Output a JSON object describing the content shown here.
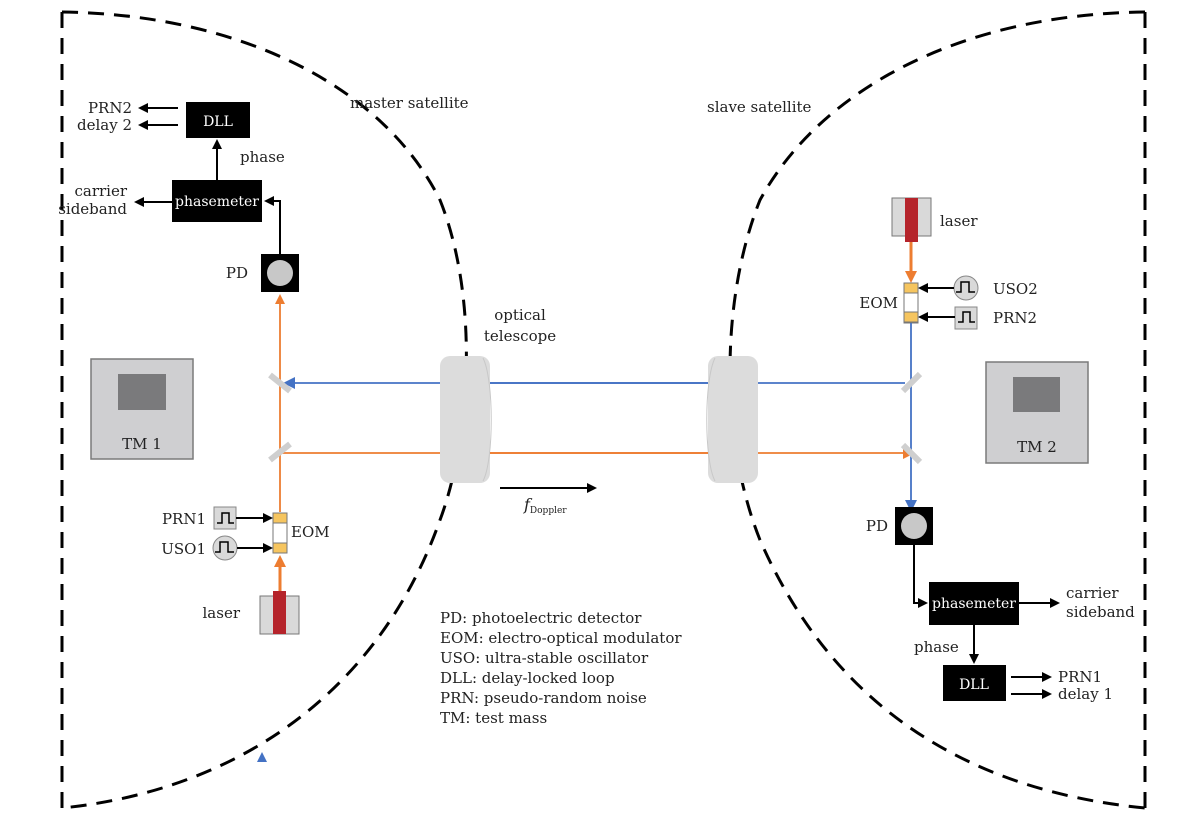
{
  "colors": {
    "laser_beam": "#ed7d31",
    "return_beam": "#4472c4",
    "black_box": "#000000",
    "laser_red": "#b5242b",
    "eom_yellow": "#f6c55f",
    "gray_component": "#d9d9d9",
    "tm_inner": "#7a7a7c",
    "tm_outer": "#cfcfd1"
  },
  "satellites": {
    "master": {
      "title": "master satellite",
      "dll": "DLL",
      "dll_outputs": [
        "PRN2",
        "delay 2"
      ],
      "phase_label": "phase",
      "phasemeter": "phasemeter",
      "phasemeter_outputs": [
        "carrier",
        "sideband"
      ],
      "pd": "PD",
      "test_mass": "TM 1",
      "prn": "PRN1",
      "uso": "USO1",
      "eom": "EOM",
      "laser": "laser"
    },
    "slave": {
      "title": "slave satellite",
      "laser": "laser",
      "uso": "USO2",
      "prn": "PRN2",
      "eom": "EOM",
      "test_mass": "TM 2",
      "pd": "PD",
      "phasemeter": "phasemeter",
      "phasemeter_outputs": [
        "carrier",
        "sideband"
      ],
      "phase_label": "phase",
      "dll": "DLL",
      "dll_outputs": [
        "PRN1",
        "delay 1"
      ]
    }
  },
  "telescope_label": [
    "optical",
    "telescope"
  ],
  "doppler": {
    "symbol": "f",
    "subscript": "Doppler"
  },
  "legend": [
    "PD: photoelectric detector",
    "EOM: electro-optical modulator",
    "USO: ultra-stable oscillator",
    "DLL: delay-locked loop",
    "PRN: pseudo-random noise",
    "TM: test mass"
  ]
}
